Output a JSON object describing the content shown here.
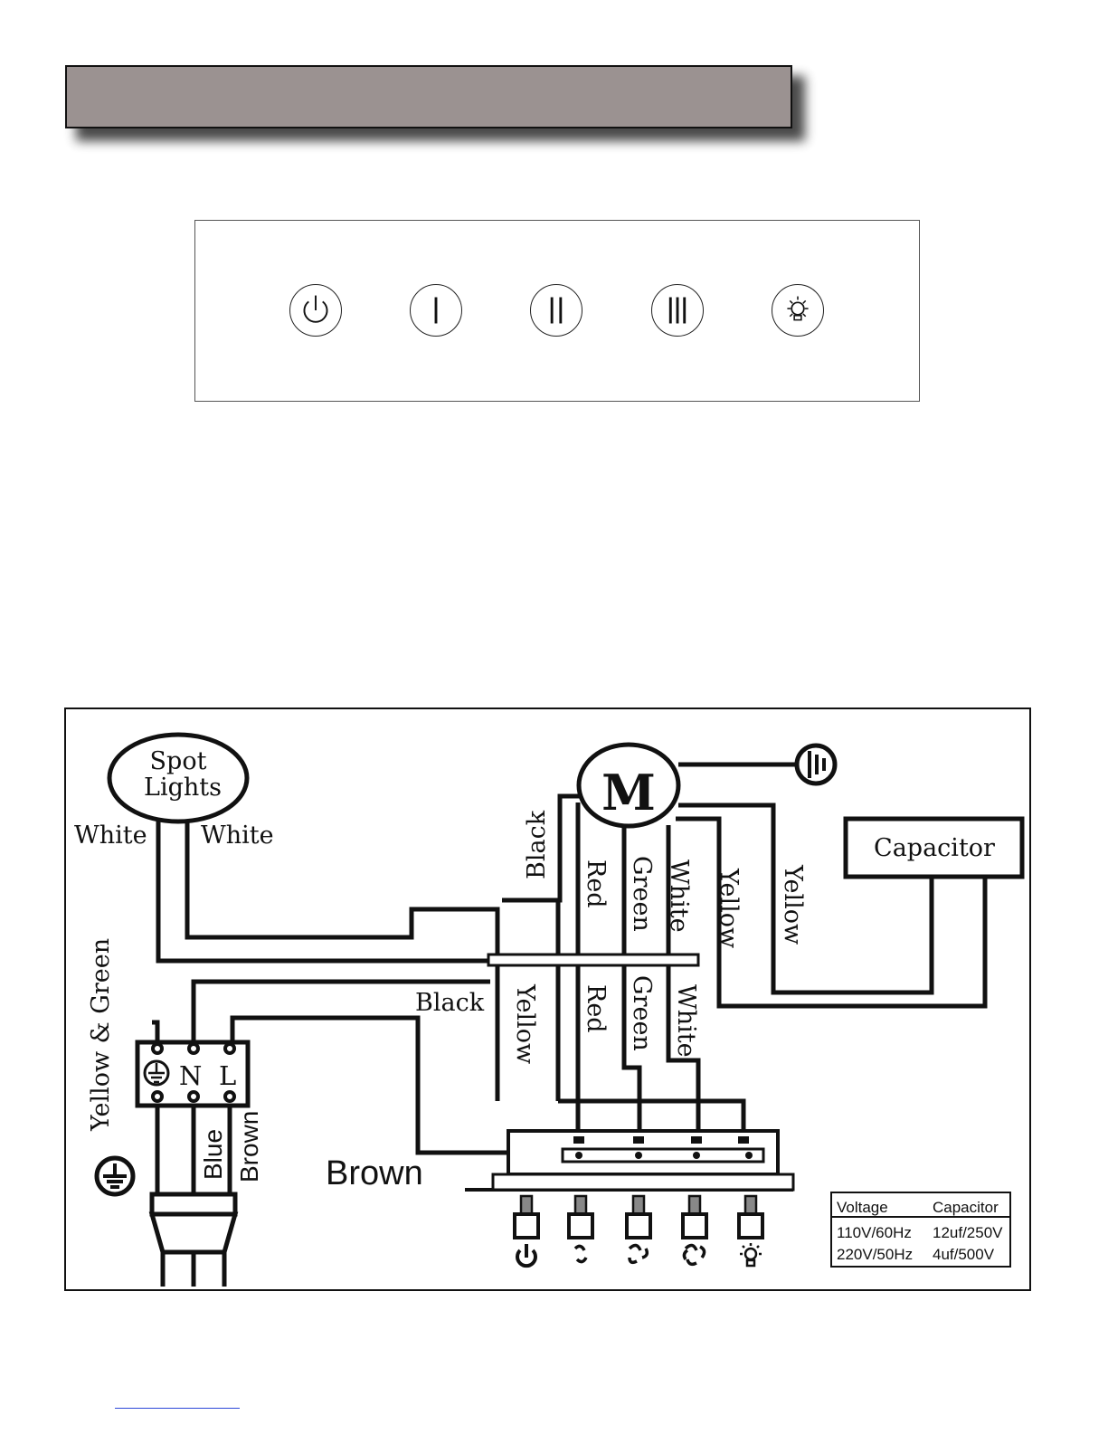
{
  "header": {
    "title": ""
  },
  "control_panel": {
    "buttons": [
      {
        "name": "power-button",
        "icon": "power-icon"
      },
      {
        "name": "speed-1-button",
        "icon": "speed-one-icon"
      },
      {
        "name": "speed-2-button",
        "icon": "speed-two-icon"
      },
      {
        "name": "speed-3-button",
        "icon": "speed-three-icon"
      },
      {
        "name": "light-button",
        "icon": "light-bulb-icon"
      }
    ]
  },
  "diagram": {
    "spot_lights": [
      "Spot",
      "Lights"
    ],
    "motor": "M",
    "capacitor": "Capacitor",
    "terminal_n": "N",
    "terminal_l": "L",
    "brown_label": "Brown",
    "wires": {
      "white_left": "White",
      "white_right": "White",
      "black_upper": "Black",
      "red_upper": "Red",
      "green_upper": "Green",
      "white_upper": "White",
      "yellow_upper": "Yellow",
      "yellow_cap": "Yellow",
      "black_lower": "Black",
      "yellow_lower": "Yellow",
      "red_lower": "Red",
      "green_lower": "Green",
      "white_lower": "White",
      "yellow_green": "Yellow & Green",
      "blue": "Blue",
      "brown": "Brown"
    },
    "switch_icons": [
      "power-icon",
      "fan-low-icon",
      "fan-medium-icon",
      "fan-high-icon",
      "light-icon"
    ],
    "table": {
      "headers": [
        "Voltage",
        "Capacitor"
      ],
      "rows": [
        [
          "110V/60Hz",
          "12uf/250V"
        ],
        [
          "220V/50Hz",
          "4uf/500V"
        ]
      ]
    }
  }
}
